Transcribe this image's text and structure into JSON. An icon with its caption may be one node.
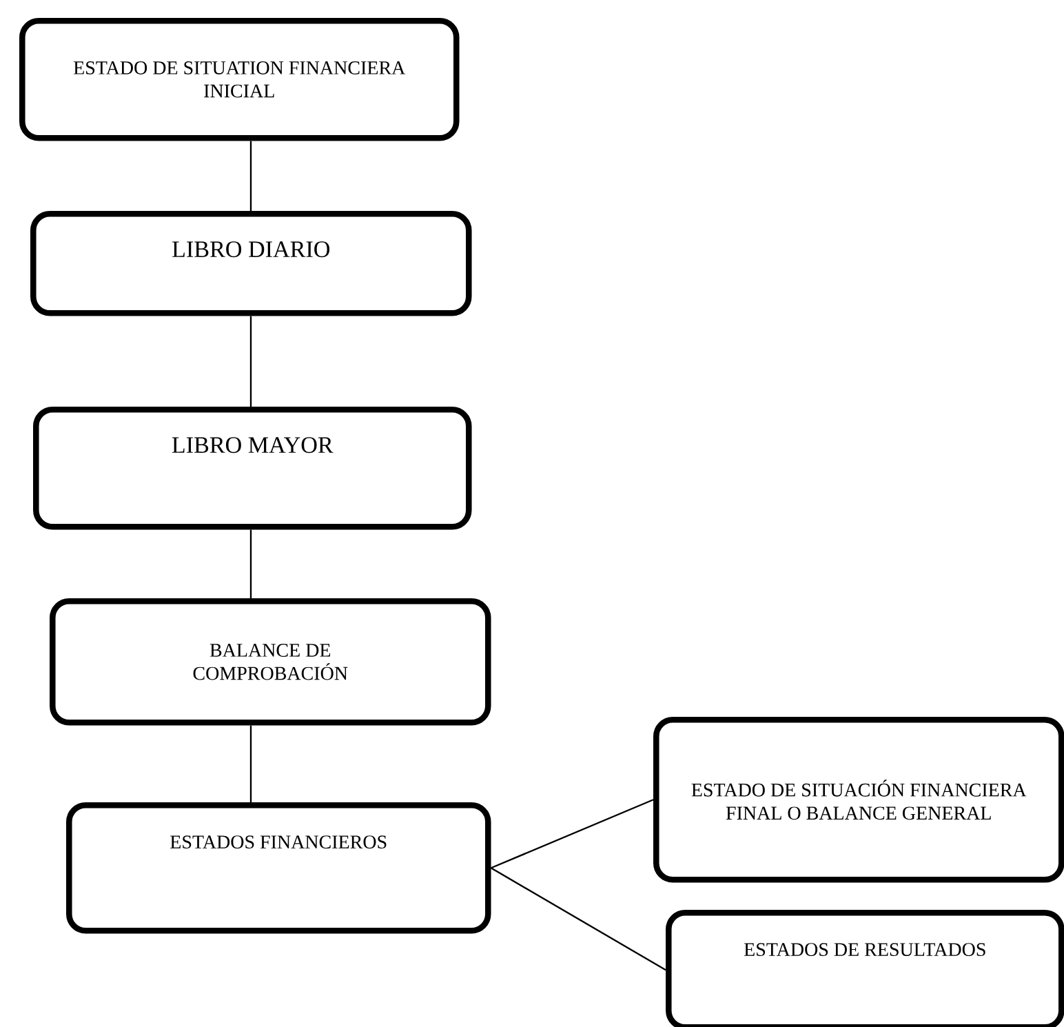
{
  "diagram": {
    "nodes": [
      {
        "text": [
          "ESTADO DE SITUATION FINANCIERA INICIAL"
        ]
      },
      {
        "text": [
          "LIBRO DIARIO"
        ]
      },
      {
        "text": [
          "LIBRO MAYOR"
        ]
      },
      {
        "text": [
          "BALANCE DE COMPROBACIÓN"
        ]
      },
      {
        "text": [
          "ESTADOS FINANCIEROS"
        ]
      },
      {
        "text": [
          "ESTADO DE SITUACIÓN FINANCIERA FINAL O BALANCE GENERAL"
        ]
      },
      {
        "text": [
          "ESTADOS DE RESULTADOS"
        ]
      }
    ],
    "edges": [
      {
        "from": 0,
        "to": 1,
        "arrow": "none"
      },
      {
        "from": 1,
        "to": 2,
        "arrow": "none"
      },
      {
        "from": 2,
        "to": 3,
        "arrow": "none"
      },
      {
        "from": 3,
        "to": 4,
        "arrow": "none"
      },
      {
        "from": 4,
        "to": 5,
        "arrow": "none"
      },
      {
        "from": 4,
        "to": 6,
        "arrow": "none"
      }
    ]
  }
}
